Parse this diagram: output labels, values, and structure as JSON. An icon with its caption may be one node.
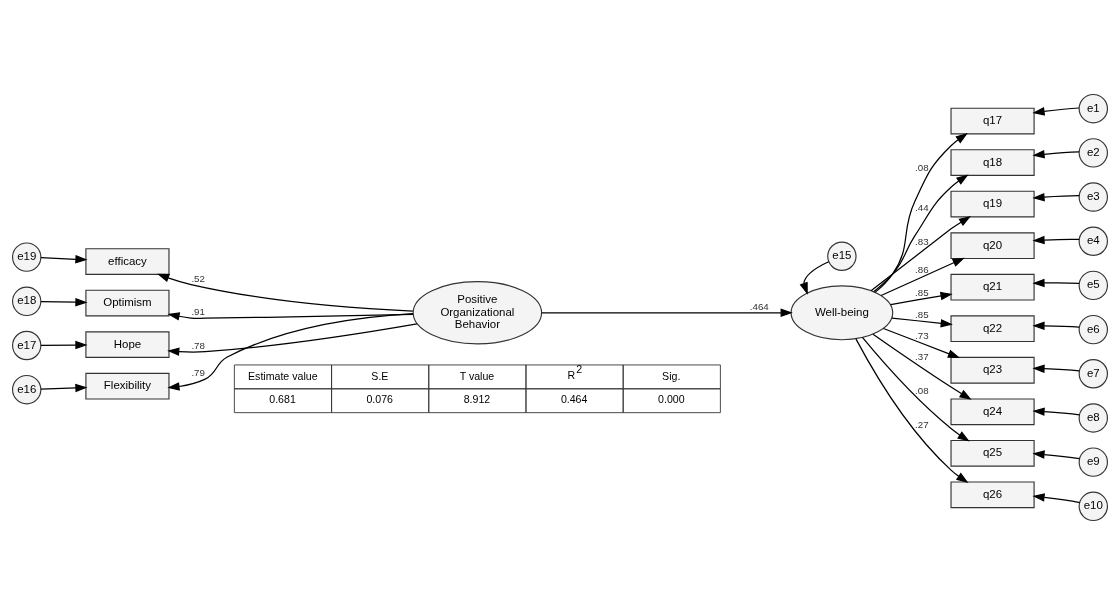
{
  "diagram": {
    "nodes": [
      {
        "text": [
          "e19"
        ]
      },
      {
        "text": [
          "e18"
        ]
      },
      {
        "text": [
          "e17"
        ]
      },
      {
        "text": [
          "e16"
        ]
      },
      {
        "text": [
          "efficacy"
        ]
      },
      {
        "text": [
          "Optimism"
        ]
      },
      {
        "text": [
          "Hope"
        ]
      },
      {
        "text": [
          "Flexibility"
        ]
      },
      {
        "text": [
          "Positive Organizational Behavior"
        ]
      },
      {
        "text": [
          "e15"
        ]
      },
      {
        "text": [
          "Well-being"
        ]
      },
      {
        "text": [
          "q17"
        ]
      },
      {
        "text": [
          "q18"
        ]
      },
      {
        "text": [
          "q19"
        ]
      },
      {
        "text": [
          "q20"
        ]
      },
      {
        "text": [
          "q21"
        ]
      },
      {
        "text": [
          "q22"
        ]
      },
      {
        "text": [
          "q23"
        ]
      },
      {
        "text": [
          "q24"
        ]
      },
      {
        "text": [
          "q25"
        ]
      },
      {
        "text": [
          "q26"
        ]
      },
      {
        "text": [
          "e1"
        ]
      },
      {
        "text": [
          "e2"
        ]
      },
      {
        "text": [
          "e3"
        ]
      },
      {
        "text": [
          "e4"
        ]
      },
      {
        "text": [
          "e5"
        ]
      },
      {
        "text": [
          "e6"
        ]
      },
      {
        "text": [
          "e7"
        ]
      },
      {
        "text": [
          "e8"
        ]
      },
      {
        "text": [
          "e9"
        ]
      },
      {
        "text": [
          "e10"
        ]
      }
    ],
    "edges": [
      {
        "from": 0,
        "to": 4,
        "arrow": "to"
      },
      {
        "from": 1,
        "to": 5,
        "arrow": "to"
      },
      {
        "from": 2,
        "to": 6,
        "arrow": "to"
      },
      {
        "from": 3,
        "to": 7,
        "arrow": "to"
      },
      {
        "from": 8,
        "to": 4,
        "arrow": "to",
        "label": ".52"
      },
      {
        "from": 8,
        "to": 5,
        "arrow": "to",
        "label": ".91"
      },
      {
        "from": 8,
        "to": 6,
        "arrow": "to",
        "label": ".78"
      },
      {
        "from": 8,
        "to": 7,
        "arrow": "to",
        "label": ".79"
      },
      {
        "from": 8,
        "to": 10,
        "arrow": "to",
        "label": ".464"
      },
      {
        "from": 9,
        "to": 10,
        "arrow": "to"
      },
      {
        "from": 10,
        "to": 11,
        "arrow": "to",
        "label": ".08"
      },
      {
        "from": 10,
        "to": 12,
        "arrow": "to",
        "label": ".44"
      },
      {
        "from": 10,
        "to": 13,
        "arrow": "to",
        "label": ".83"
      },
      {
        "from": 10,
        "to": 14,
        "arrow": "to",
        "label": ".86"
      },
      {
        "from": 10,
        "to": 15,
        "arrow": "to",
        "label": ".85"
      },
      {
        "from": 10,
        "to": 16,
        "arrow": "to",
        "label": ".85"
      },
      {
        "from": 10,
        "to": 17,
        "arrow": "to",
        "label": ".73"
      },
      {
        "from": 10,
        "to": 18,
        "arrow": "to",
        "label": ".37"
      },
      {
        "from": 10,
        "to": 19,
        "arrow": "to",
        "label": ".08"
      },
      {
        "from": 10,
        "to": 20,
        "arrow": "to",
        "label": ".27"
      },
      {
        "from": 21,
        "to": 11,
        "arrow": "to"
      },
      {
        "from": 22,
        "to": 12,
        "arrow": "to"
      },
      {
        "from": 23,
        "to": 13,
        "arrow": "to"
      },
      {
        "from": 24,
        "to": 14,
        "arrow": "to"
      },
      {
        "from": 25,
        "to": 15,
        "arrow": "to"
      },
      {
        "from": 26,
        "to": 16,
        "arrow": "to"
      },
      {
        "from": 27,
        "to": 17,
        "arrow": "to"
      },
      {
        "from": 28,
        "to": 18,
        "arrow": "to"
      },
      {
        "from": 29,
        "to": 19,
        "arrow": "to"
      },
      {
        "from": 30,
        "to": 20,
        "arrow": "to"
      }
    ],
    "labels": [
      "Estimate value",
      "S.E",
      "T value",
      "R$^{2}$",
      "Sig.",
      "0.681",
      "0.076",
      "8.912",
      "0.464",
      "0.000"
    ]
  }
}
